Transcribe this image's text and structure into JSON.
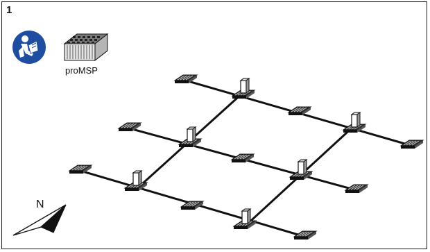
{
  "step": {
    "number": "1"
  },
  "product": {
    "name": "proMSP"
  },
  "compass": {
    "north_label": "N"
  },
  "icons": {
    "manual": "read-manual-icon",
    "product": "promsp-module-icon",
    "compass": "north-arrow-icon"
  },
  "colors": {
    "manual_blue": "#1f4ea1",
    "line": "#111111",
    "border": "#1a1a1a"
  }
}
